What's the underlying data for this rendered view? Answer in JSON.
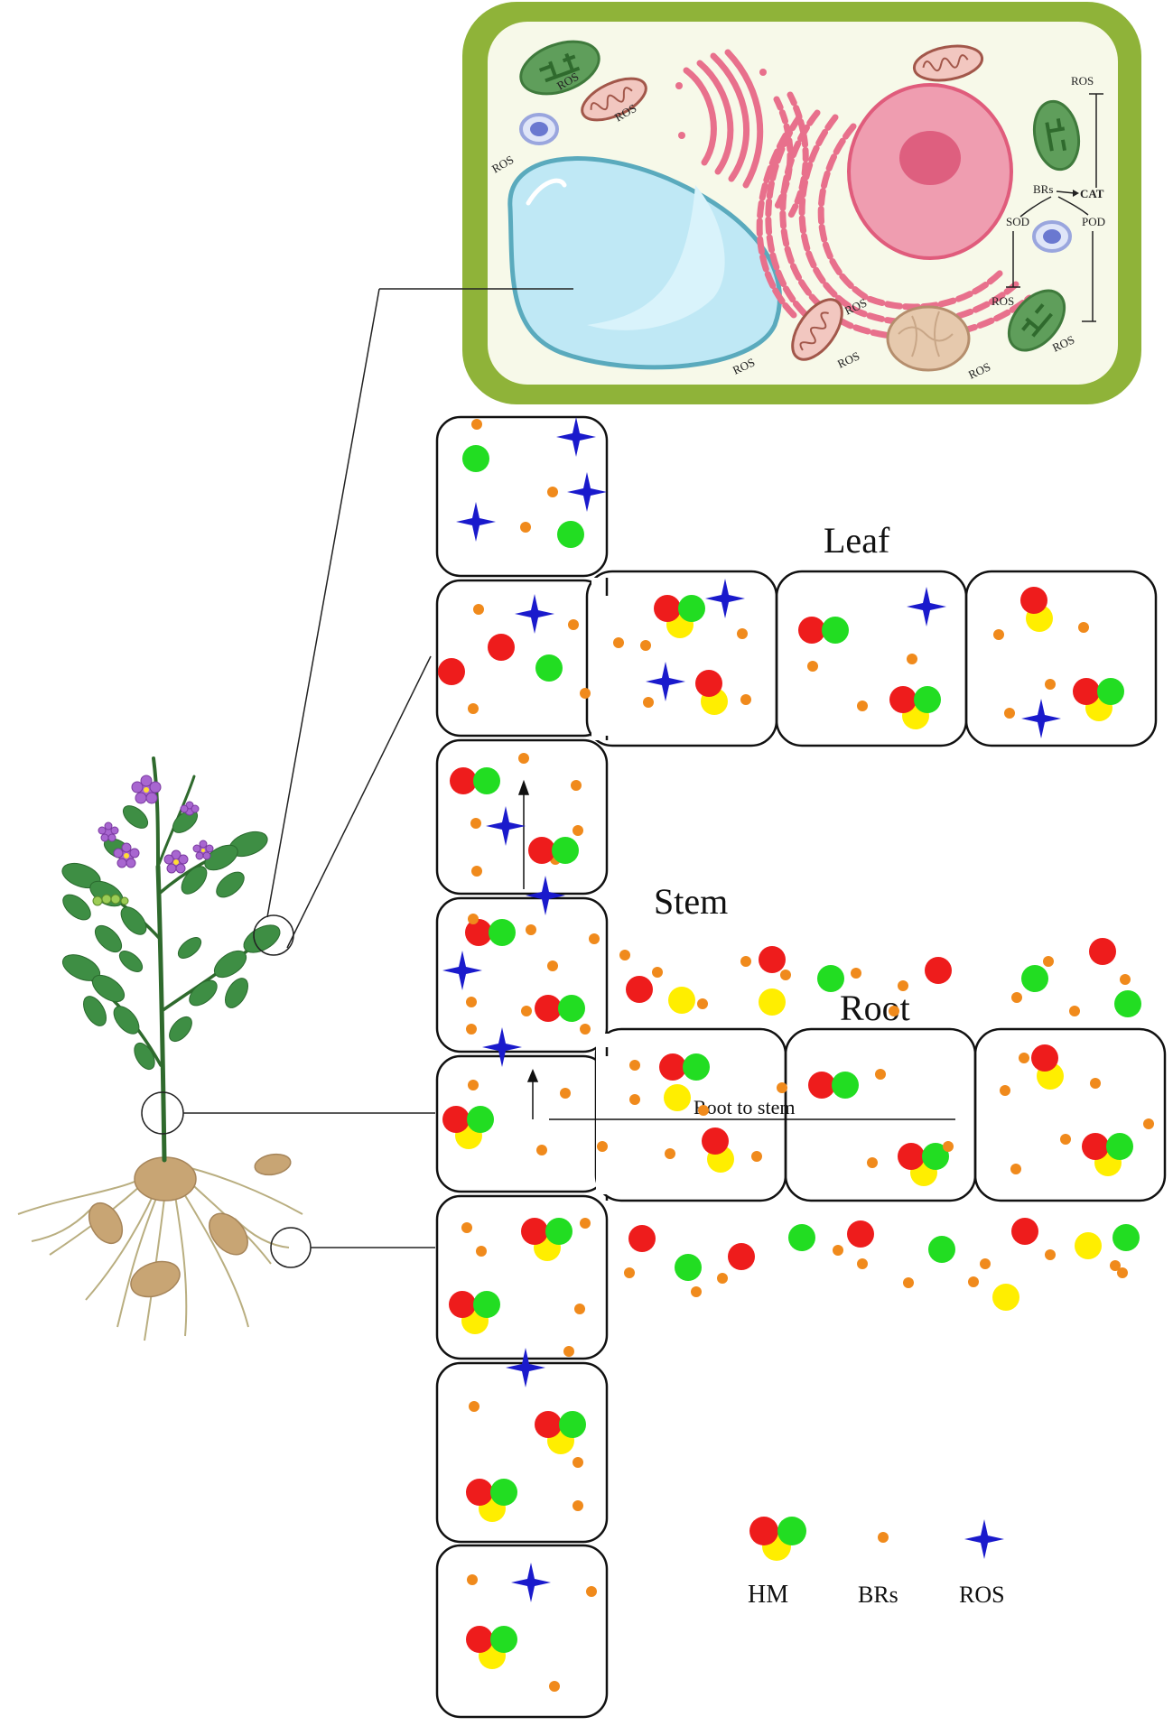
{
  "labels": {
    "leaf": "Leaf",
    "stem": "Stem",
    "root": "Root",
    "root_to_stem": "Root to stem"
  },
  "cell_inset": {
    "ros_labels": [
      "ROS",
      "ROS",
      "ROS",
      "ROS",
      "ROS",
      "ROS",
      "ROS",
      "ROS",
      "ROS",
      "ROS"
    ],
    "pathway": {
      "ros_top": "ROS",
      "brs": "BRs",
      "cat": "CAT",
      "sod": "SOD",
      "pod": "POD",
      "ros_left": "ROS",
      "ros_right": "ROS"
    }
  },
  "legend": {
    "hm": "HM",
    "brs": "BRs",
    "ros": "ROS"
  },
  "colors": {
    "cell_wall": "#8fb339",
    "cytoplasm": "#f7f9e9",
    "vacuole": "#bfe8f5",
    "hm_red": "#ee1c1c",
    "hm_green": "#22dd22",
    "hm_yellow": "#ffee00",
    "brs_orange": "#f08a1c",
    "ros_blue": "#1a1acc"
  }
}
